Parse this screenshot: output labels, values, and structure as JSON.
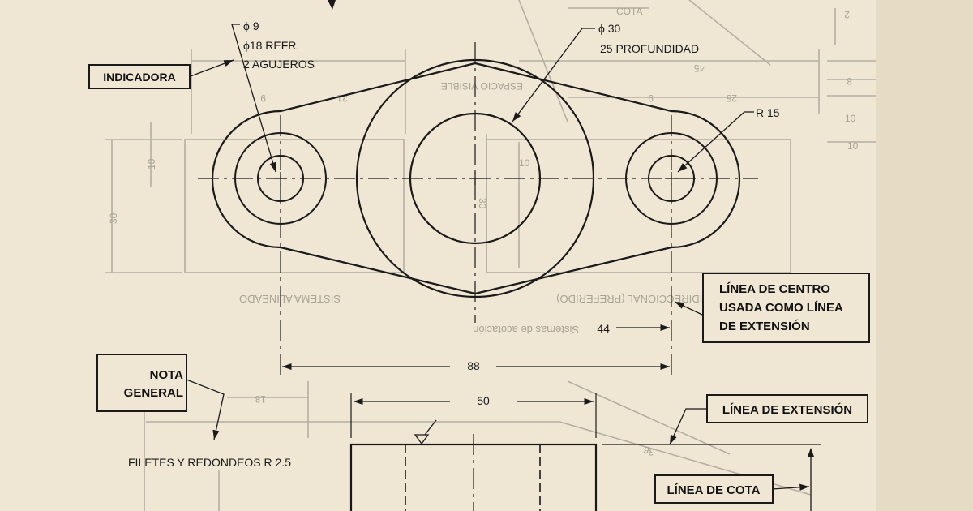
{
  "callouts": {
    "indicadora": "INDICADORA",
    "nota_general_1": "NOTA",
    "nota_general_2": "GENERAL",
    "linea_centro_1": "LÍNEA DE CENTRO",
    "linea_centro_2": "USADA COMO LÍNEA",
    "linea_centro_3": "DE EXTENSIÓN",
    "linea_extension": "LÍNEA DE EXTENSIÓN",
    "linea_cota": "LÍNEA DE COTA"
  },
  "notes": {
    "hole_dia": "ϕ 9",
    "hole_counterbore": "ϕ18 REFR.",
    "hole_count": "2 AGUJEROS",
    "boss_dia": "ϕ 30",
    "boss_depth": "25 PROFUNDIDAD",
    "radius": "R 15",
    "fillets": "FILETES Y REDONDEOS  R 2.5"
  },
  "dimensions": {
    "half_span": "44",
    "full_span": "88",
    "front_width": "50"
  },
  "background_faded": {
    "cota": "COTA",
    "espacio_visible": "ESPACIO VISIBLE",
    "sistema_alineado": "SISTEMA ALINEADO",
    "unidireccional": "UNIDIRECCIONAL (PREFERIDO)",
    "sistemas_acotacion": "Sistemas de acotación",
    "n45": "45",
    "n25": "25",
    "n9a": "9",
    "n9b": "9",
    "n21": "21",
    "n10a": "10",
    "n10b": "10",
    "n10c": "10",
    "n30a": "30",
    "n30b": "30",
    "n2": "2",
    "n8": "8",
    "n10d": "10",
    "n18": "18",
    "n36": "36"
  },
  "colors": {
    "ink": "#1a1a1a",
    "paper": "#efe6d3",
    "faded": "#a9a496"
  }
}
